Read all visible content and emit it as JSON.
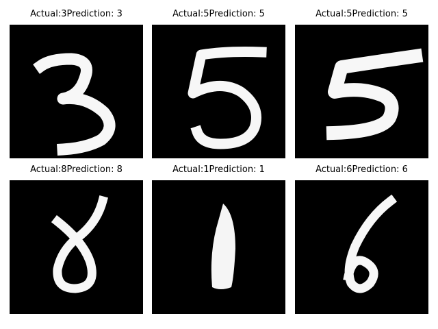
{
  "panels": [
    {
      "title": "Actual:3Prediction: 3"
    },
    {
      "title": "Actual:5Prediction: 5"
    },
    {
      "title": "Actual:5Prediction: 5"
    },
    {
      "title": "Actual:8Prediction: 8"
    },
    {
      "title": "Actual:1Prediction: 1"
    },
    {
      "title": "Actual:6Prediction: 6"
    }
  ],
  "colors": {
    "background": "#000000",
    "digit": "#ffffff"
  }
}
